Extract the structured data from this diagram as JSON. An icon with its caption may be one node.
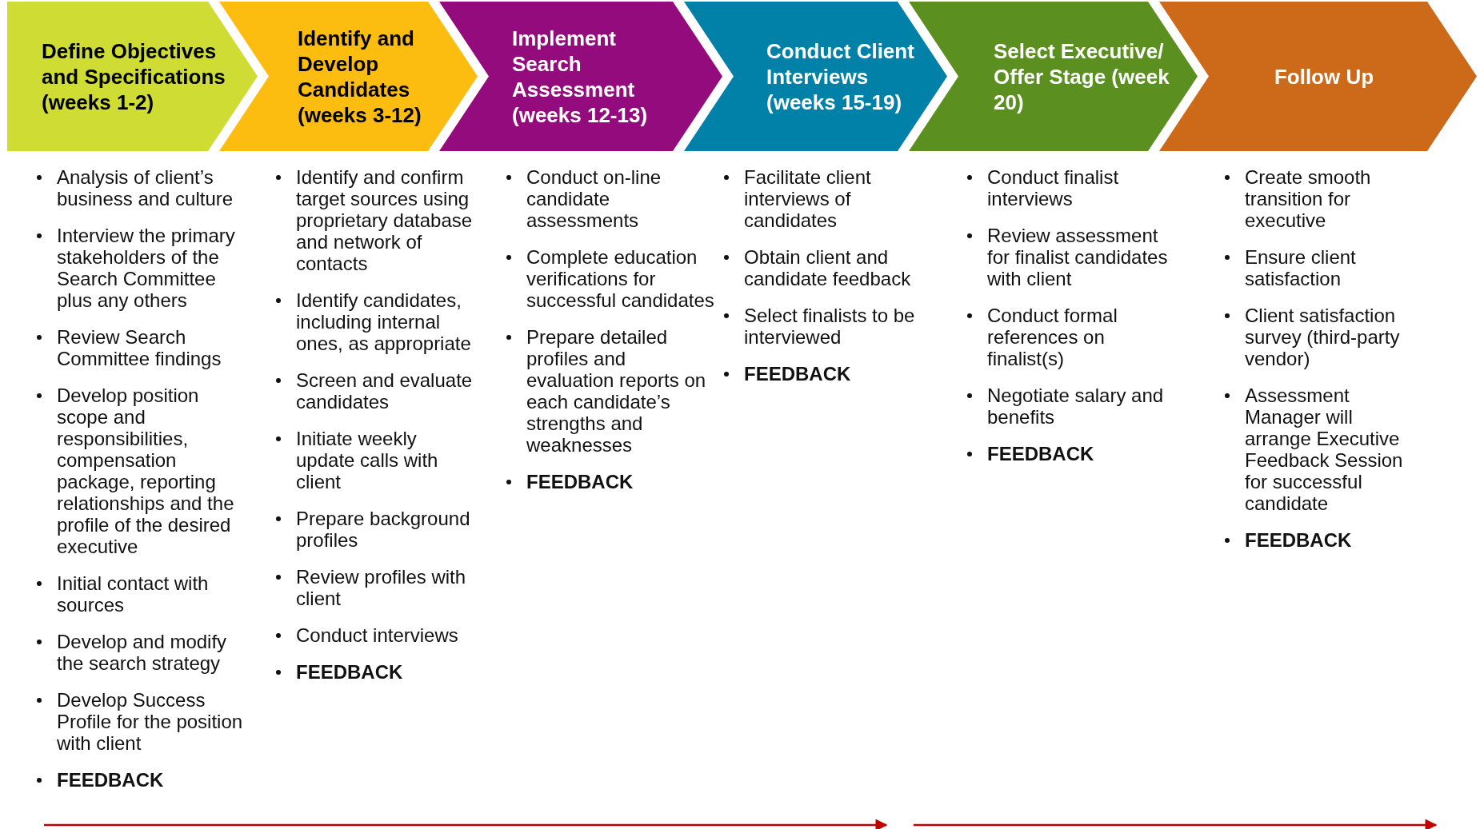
{
  "diagram": {
    "nodes": [
      {
        "text": [
          "Define Objectives and Specifications (weeks 1-2)"
        ],
        "beside": [
          "Analysis of client’s business and culture",
          "Interview the primary stakeholders of the Search Committee plus any others",
          "Review Search Committee findings",
          "Develop position scope and responsibilities, compensation package, reporting relationships and the profile of the desired executive",
          "Initial contact with sources",
          "Develop and modify the search strategy",
          "Develop Success Profile for the position with client",
          "**FEEDBACK**"
        ]
      },
      {
        "text": [
          "Identify and Develop Candidates (weeks 3-12)"
        ],
        "beside": [
          "Identify and confirm target sources using proprietary database and network of contacts",
          "Identify candidates, including internal ones, as appropriate",
          "Screen and evaluate candidates",
          "Initiate weekly update calls with client",
          "Prepare background profiles",
          "Review profiles with client",
          "Conduct interviews",
          "**FEEDBACK**"
        ]
      },
      {
        "text": [
          "Implement Search Assessment (weeks 12-13)"
        ],
        "beside": [
          "Conduct on-line candidate assessments",
          "Complete education verifications for successful candidates",
          "Prepare detailed profiles and evaluation reports on each candidate’s strengths and weaknesses",
          "**FEEDBACK**"
        ]
      },
      {
        "text": [
          "Conduct Client Interviews (weeks 15-19)"
        ],
        "beside": [
          "Facilitate client interviews of candidates",
          "Obtain client and candidate feedback",
          "Select finalists to be interviewed",
          "**FEEDBACK**"
        ]
      },
      {
        "text": [
          "Select Executive/ Offer Stage (week 20)"
        ],
        "beside": [
          "Conduct finalist interviews",
          "Review assessment for finalist candidates with client",
          "Conduct formal references on finalist(s)",
          "Negotiate salary and benefits",
          "**FEEDBACK**"
        ]
      },
      {
        "text": [
          "Follow Up"
        ],
        "beside": [
          "Create smooth transition for executive",
          "Ensure client satisfaction",
          "Client satisfaction survey (third-party vendor)",
          "Assessment Manager will arrange Executive Feedback Session for successful candidate",
          "**FEEDBACK**"
        ]
      }
    ]
  }
}
